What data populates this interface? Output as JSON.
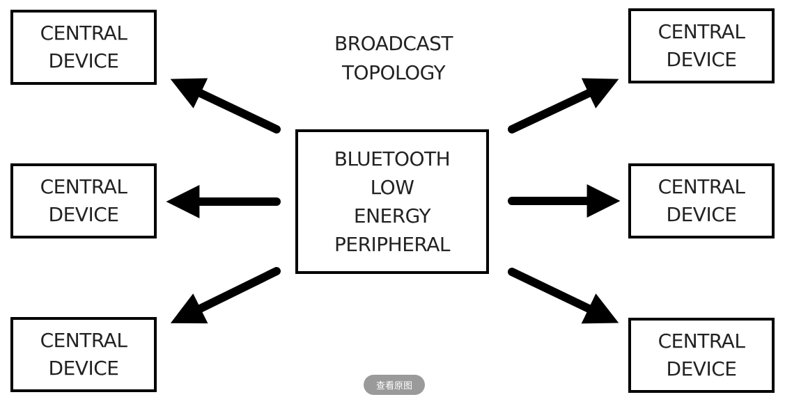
{
  "title": {
    "line1": "BROADCAST",
    "line2": "TOPOLOGY"
  },
  "center_node": {
    "lines": [
      "BLUETOOTH",
      "LOW",
      "ENERGY",
      "PERIPHERAL"
    ]
  },
  "nodes": [
    {
      "position": "top-left",
      "line1": "CENTRAL",
      "line2": "DEVICE"
    },
    {
      "position": "middle-left",
      "line1": "CENTRAL",
      "line2": "DEVICE"
    },
    {
      "position": "bottom-left",
      "line1": "CENTRAL",
      "line2": "DEVICE"
    },
    {
      "position": "top-right",
      "line1": "CENTRAL",
      "line2": "DEVICE"
    },
    {
      "position": "middle-right",
      "line1": "CENTRAL",
      "line2": "DEVICE"
    },
    {
      "position": "bottom-right",
      "line1": "CENTRAL",
      "line2": "DEVICE"
    }
  ],
  "edges": [
    {
      "from": "center",
      "to": "top-left"
    },
    {
      "from": "center",
      "to": "middle-left"
    },
    {
      "from": "center",
      "to": "bottom-left"
    },
    {
      "from": "center",
      "to": "top-right"
    },
    {
      "from": "center",
      "to": "middle-right"
    },
    {
      "from": "center",
      "to": "bottom-right"
    }
  ],
  "view_original_button": {
    "label": "查看原图"
  }
}
